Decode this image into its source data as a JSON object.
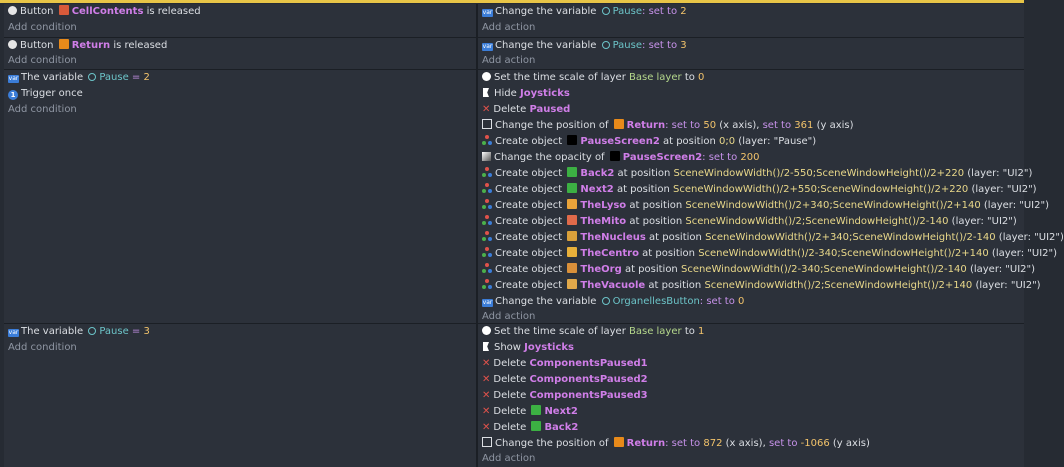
{
  "events": [
    {
      "conditions": [
        {
          "pre": "Button",
          "object": "CellContents",
          "post": "is released",
          "icon": "button-icon",
          "objicon": "cellcontents-sprite-icon",
          "objcolor": "#d85a3a"
        }
      ],
      "add_condition": "Add condition",
      "actions": [
        {
          "kind": "var",
          "text": "Change the variable",
          "var": "Pause",
          "rest": ": set to",
          "value": "2"
        }
      ],
      "add_action": "Add action"
    },
    {
      "conditions": [
        {
          "pre": "Button",
          "object": "Return",
          "post": "is released",
          "icon": "button-icon",
          "objicon": "return-sprite-icon",
          "objcolor": "#e88a1a"
        }
      ],
      "add_condition": "Add condition",
      "actions": [
        {
          "kind": "var",
          "text": "Change the variable",
          "var": "Pause",
          "rest": ": set to",
          "value": "3"
        }
      ],
      "add_action": "Add action"
    },
    {
      "conditions": [
        {
          "kind": "varcond",
          "text": "The variable",
          "var": "Pause",
          "op": "=",
          "value": "2"
        },
        {
          "kind": "once",
          "text": "Trigger once"
        }
      ],
      "add_condition": "Add condition",
      "actions": [
        {
          "kind": "timescale",
          "text": "Set the time scale of layer",
          "layer": "Base layer",
          "to": "to",
          "value": "0"
        },
        {
          "kind": "hide",
          "text": "Hide",
          "object": "Joysticks"
        },
        {
          "kind": "delete",
          "text": "Delete",
          "object": "Paused"
        },
        {
          "kind": "position",
          "text": "Change the position of",
          "object": "Return",
          "objcolor": "#e88a1a",
          "setx": ": set to",
          "x": "50",
          "xa": "(x axis),",
          "sety": "set to",
          "y": "361",
          "ya": "(y axis)"
        },
        {
          "kind": "create",
          "text": "Create object",
          "object": "PauseScreen2",
          "objcolor": "#000000",
          "at": "at position",
          "pos": "0;0",
          "layer_text": "(layer: \"Pause\")"
        },
        {
          "kind": "opacity",
          "text": "Change the opacity of",
          "object": "PauseScreen2",
          "objcolor": "#000000",
          "rest": ": set to",
          "value": "200"
        },
        {
          "kind": "create",
          "text": "Create object",
          "object": "Back2",
          "objcolor": "#3cb043",
          "at": "at position",
          "pos": "SceneWindowWidth()/2-550;SceneWindowHeight()/2+220",
          "layer_text": "(layer: \"UI2\")"
        },
        {
          "kind": "create",
          "text": "Create object",
          "object": "Next2",
          "objcolor": "#3cb043",
          "at": "at position",
          "pos": "SceneWindowWidth()/2+550;SceneWindowHeight()/2+220",
          "layer_text": "(layer: \"UI2\")"
        },
        {
          "kind": "create",
          "text": "Create object",
          "object": "TheLyso",
          "objcolor": "#e8a33a",
          "at": "at position",
          "pos": "SceneWindowWidth()/2+340;SceneWindowHeight()/2+140",
          "layer_text": "(layer: \"UI2\")"
        },
        {
          "kind": "create",
          "text": "Create object",
          "object": "TheMito",
          "objcolor": "#e06a4a",
          "at": "at position",
          "pos": "SceneWindowWidth()/2;SceneWindowHeight()/2-140",
          "layer_text": "(layer: \"UI2\")"
        },
        {
          "kind": "create",
          "text": "Create object",
          "object": "TheNucleus",
          "objcolor": "#d9a03a",
          "at": "at position",
          "pos": "SceneWindowWidth()/2+340;SceneWindowHeight()/2-140",
          "layer_text": "(layer: \"UI2\")"
        },
        {
          "kind": "create",
          "text": "Create object",
          "object": "TheCentro",
          "objcolor": "#e8b03a",
          "at": "at position",
          "pos": "SceneWindowWidth()/2-340;SceneWindowHeight()/2+140",
          "layer_text": "(layer: \"UI2\")"
        },
        {
          "kind": "create",
          "text": "Create object",
          "object": "TheOrg",
          "objcolor": "#d9903a",
          "at": "at position",
          "pos": "SceneWindowWidth()/2-340;SceneWindowHeight()/2-140",
          "layer_text": "(layer: \"UI2\")"
        },
        {
          "kind": "create",
          "text": "Create object",
          "object": "TheVacuole",
          "objcolor": "#e0a84a",
          "at": "at position",
          "pos": "SceneWindowWidth()/2;SceneWindowHeight()/2+140",
          "layer_text": "(layer: \"UI2\")"
        },
        {
          "kind": "var",
          "text": "Change the variable",
          "var": "OrganellesButton",
          "rest": ": set to",
          "value": "0"
        }
      ],
      "add_action": "Add action"
    },
    {
      "conditions": [
        {
          "kind": "varcond",
          "text": "The variable",
          "var": "Pause",
          "op": "=",
          "value": "3"
        }
      ],
      "add_condition": "Add condition",
      "actions": [
        {
          "kind": "timescale",
          "text": "Set the time scale of layer",
          "layer": "Base layer",
          "to": "to",
          "value": "1"
        },
        {
          "kind": "hide",
          "text": "Show",
          "object": "Joysticks"
        },
        {
          "kind": "delete",
          "text": "Delete",
          "object": "ComponentsPaused1"
        },
        {
          "kind": "delete",
          "text": "Delete",
          "object": "ComponentsPaused2"
        },
        {
          "kind": "delete",
          "text": "Delete",
          "object": "ComponentsPaused3"
        },
        {
          "kind": "delete",
          "text": "Delete",
          "object": "Next2",
          "objcolor": "#3cb043"
        },
        {
          "kind": "delete",
          "text": "Delete",
          "object": "Back2",
          "objcolor": "#3cb043"
        },
        {
          "kind": "position",
          "text": "Change the position of",
          "object": "Return",
          "objcolor": "#e88a1a",
          "setx": ": set to",
          "x": "872",
          "xa": "(x axis),",
          "sety": "set to",
          "y": "-1066",
          "ya": "(y axis)"
        }
      ],
      "add_action": "Add action"
    }
  ],
  "colors": {
    "accent_bar": "#e8c547",
    "panel": "#2c313a",
    "background": "#262b33"
  }
}
